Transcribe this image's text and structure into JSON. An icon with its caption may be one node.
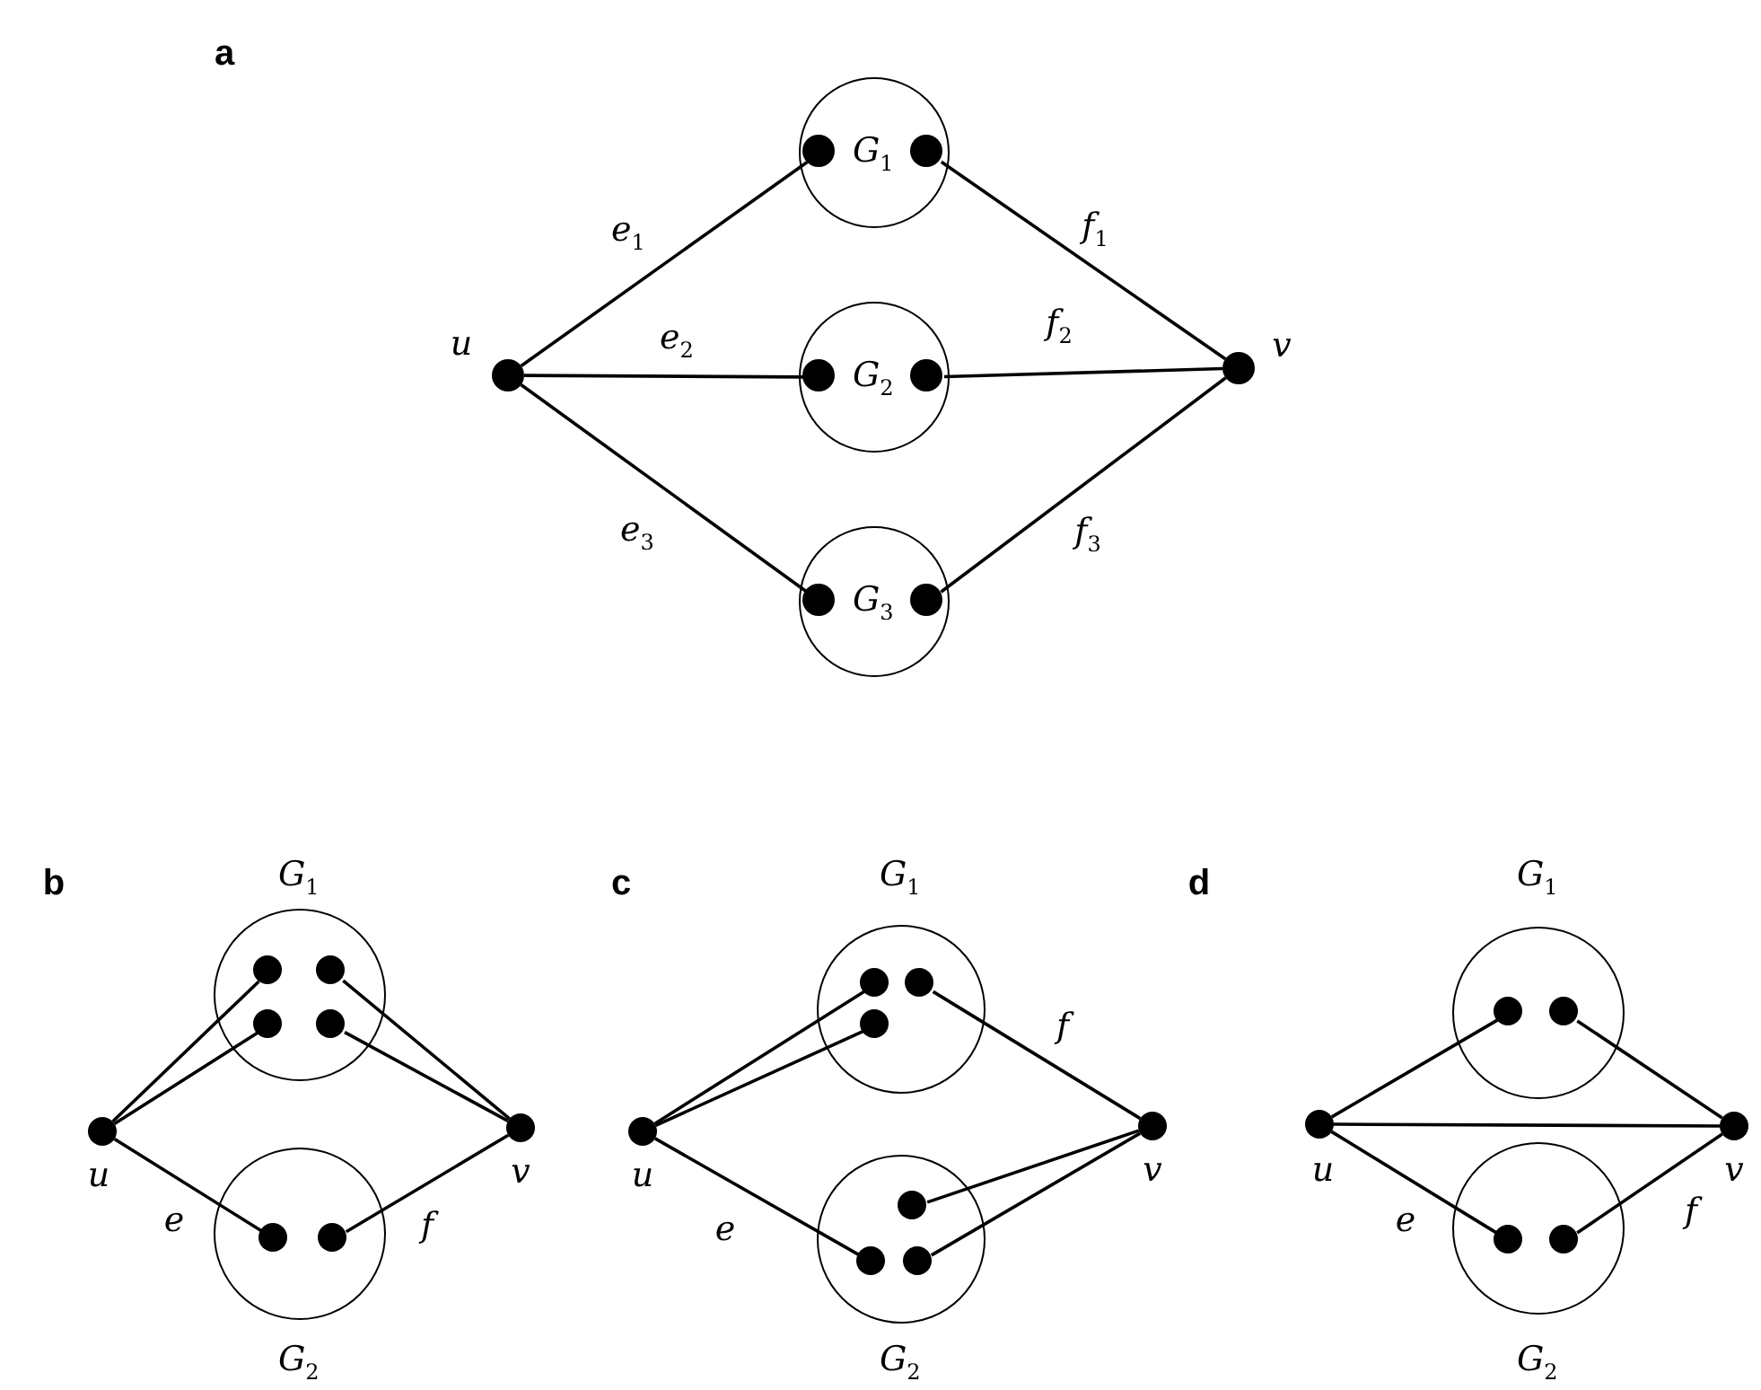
{
  "diagram": {
    "nodes": [
      {
        "text": [],
        "shape": "circle",
        "beside": [
          "u"
        ]
      },
      {
        "text": [
          "G$_{1}$"
        ]
      },
      {
        "text": [],
        "shape": "circle",
        "in": 1
      },
      {
        "text": [],
        "shape": "circle",
        "in": 1
      },
      {
        "text": [
          "G$_{2}$"
        ]
      },
      {
        "text": [],
        "shape": "circle",
        "in": 4
      },
      {
        "text": [],
        "shape": "circle",
        "in": 4
      },
      {
        "text": [
          "G$_{3}$"
        ]
      },
      {
        "text": [],
        "shape": "circle",
        "in": 7
      },
      {
        "text": [],
        "shape": "circle",
        "in": 7
      },
      {
        "text": [],
        "shape": "circle",
        "beside": [
          "v"
        ]
      },
      {
        "text": [
          "G$_{1}$"
        ]
      },
      {
        "text": [],
        "shape": "circle",
        "in": 11
      },
      {
        "text": [],
        "shape": "circle",
        "in": 11
      },
      {
        "text": [],
        "shape": "circle",
        "in": 11
      },
      {
        "text": [],
        "shape": "circle",
        "in": 11
      },
      {
        "text": [],
        "shape": "circle",
        "beside": [
          "u"
        ]
      },
      {
        "text": [],
        "shape": "circle",
        "beside": [
          "v"
        ]
      },
      {
        "text": [
          "G$_{2}$"
        ]
      },
      {
        "text": [],
        "shape": "circle",
        "in": 18
      },
      {
        "text": [],
        "shape": "circle",
        "in": 18
      },
      {
        "text": [
          "G$_{1}$"
        ]
      },
      {
        "text": [],
        "shape": "circle",
        "in": 21
      },
      {
        "text": [],
        "shape": "circle",
        "in": 21
      },
      {
        "text": [],
        "shape": "circle",
        "in": 21
      },
      {
        "text": [],
        "shape": "circle",
        "beside": [
          "u"
        ]
      },
      {
        "text": [],
        "shape": "circle",
        "beside": [
          "v"
        ]
      },
      {
        "text": [
          "G$_{2}$"
        ]
      },
      {
        "text": [],
        "shape": "circle",
        "in": 27
      },
      {
        "text": [],
        "shape": "circle",
        "in": 27
      },
      {
        "text": [],
        "shape": "circle",
        "in": 27
      },
      {
        "text": [
          "G$_{1}$"
        ]
      },
      {
        "text": [],
        "shape": "circle",
        "in": 31
      },
      {
        "text": [],
        "shape": "circle",
        "in": 31
      },
      {
        "text": [],
        "shape": "circle",
        "beside": [
          "u"
        ]
      },
      {
        "text": [],
        "shape": "circle",
        "beside": [
          "v"
        ]
      },
      {
        "text": [
          "G$_{2}$"
        ]
      },
      {
        "text": [],
        "shape": "circle",
        "in": 36
      },
      {
        "text": [],
        "shape": "circle",
        "in": 36
      }
    ],
    "edges": [
      {
        "from": 0,
        "to": 2,
        "arrow": "none",
        "label": "e$_{1}$"
      },
      {
        "from": 3,
        "to": 10,
        "arrow": "none",
        "label": "f$_{1}$"
      },
      {
        "from": 0,
        "to": 5,
        "arrow": "none",
        "label": "e$_{2}$"
      },
      {
        "from": 6,
        "to": 10,
        "arrow": "none",
        "label": "f$_{2}$"
      },
      {
        "from": 0,
        "to": 8,
        "arrow": "none",
        "label": "e$_{3}$"
      },
      {
        "from": 9,
        "to": 10,
        "arrow": "none",
        "label": "f$_{3}$"
      },
      {
        "from": 16,
        "to": 12,
        "arrow": "none"
      },
      {
        "from": 16,
        "to": 14,
        "arrow": "none"
      },
      {
        "from": 13,
        "to": 17,
        "arrow": "none"
      },
      {
        "from": 15,
        "to": 17,
        "arrow": "none"
      },
      {
        "from": 16,
        "to": 19,
        "arrow": "none",
        "label": "e"
      },
      {
        "from": 20,
        "to": 17,
        "arrow": "none",
        "label": "f"
      },
      {
        "from": 25,
        "to": 22,
        "arrow": "none"
      },
      {
        "from": 25,
        "to": 24,
        "arrow": "none"
      },
      {
        "from": 23,
        "to": 26,
        "arrow": "none",
        "label": "f"
      },
      {
        "from": 25,
        "to": 29,
        "arrow": "none",
        "label": "e"
      },
      {
        "from": 28,
        "to": 26,
        "arrow": "none"
      },
      {
        "from": 30,
        "to": 26,
        "arrow": "none"
      },
      {
        "from": 34,
        "to": 32,
        "arrow": "none"
      },
      {
        "from": 33,
        "to": 35,
        "arrow": "none"
      },
      {
        "from": 34,
        "to": 35,
        "arrow": "none"
      },
      {
        "from": 34,
        "to": 37,
        "arrow": "none",
        "label": "e"
      },
      {
        "from": 38,
        "to": 35,
        "arrow": "none",
        "label": "f"
      }
    ],
    "labels": [
      "a",
      "b",
      "c",
      "d"
    ]
  }
}
